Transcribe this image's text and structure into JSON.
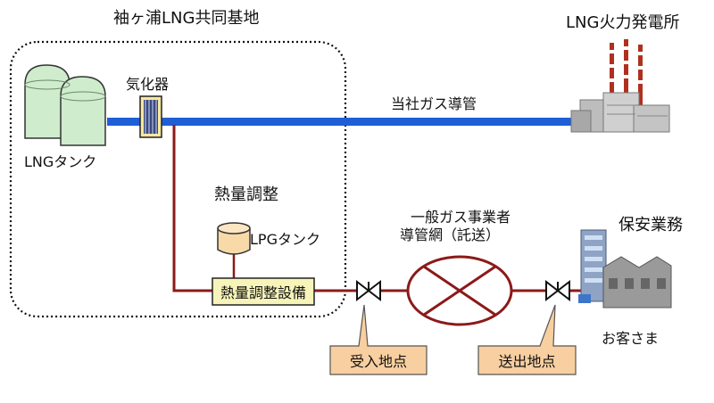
{
  "labels": {
    "base_title": "袖ヶ浦LNG共同基地",
    "power_plant": "LNG火力発電所",
    "vaporizer": "気化器",
    "company_pipeline": "当社ガス導管",
    "lng_tank": "LNGタンク",
    "calorific_adjustment": "熱量調整",
    "lpg_tank": "LPGタンク",
    "calorific_facility": "熱量調整設備",
    "general_gas_operator_line1": "一般ガス事業者",
    "general_gas_operator_line2": "導管網（託送）",
    "safety_operations": "保安業務",
    "customer": "お客さま",
    "receiving_point": "受入地点",
    "delivery_point": "送出地点"
  },
  "colors": {
    "pipeline_blue": "#1f5fd6",
    "gas_line_red": "#8b1a1a",
    "facility_box_fill": "#f6f4b8",
    "callout_fill": "#f8cfa0",
    "tank_fill": "#cfeccd",
    "lpg_tank_fill": "#f8d9a8"
  },
  "icons": {
    "lng_tank": "lng-tank-icon",
    "vaporizer": "vaporizer-icon",
    "power_plant": "power-plant-icon",
    "lpg_tank": "lpg-tank-icon",
    "valve": "valve-icon",
    "network": "network-cross-circle-icon",
    "customer": "customer-building-icon"
  }
}
